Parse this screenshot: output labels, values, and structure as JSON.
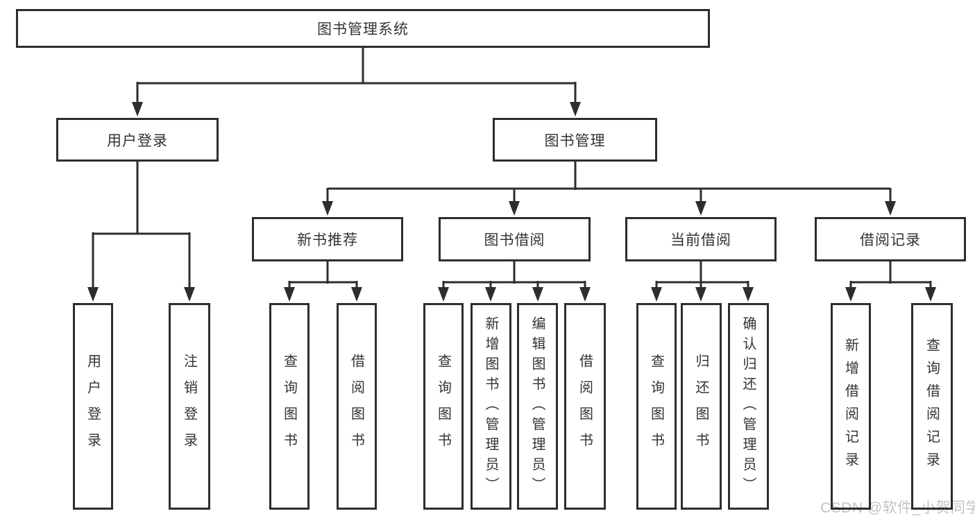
{
  "diagram": {
    "tree": {
      "root": {
        "label": "图书管理系统"
      },
      "branches": [
        {
          "label": "用户登录",
          "children": [
            {
              "label": "用户登录"
            },
            {
              "label": "注销登录"
            }
          ]
        },
        {
          "label": "图书管理",
          "groups": [
            {
              "label": "新书推荐",
              "children": [
                {
                  "label": "查询图书"
                },
                {
                  "label": "借阅图书"
                }
              ]
            },
            {
              "label": "图书借阅",
              "children": [
                {
                  "label": "查询图书"
                },
                {
                  "label": "新增图书（管理员）"
                },
                {
                  "label": "编辑图书（管理员）"
                },
                {
                  "label": "借阅图书"
                }
              ]
            },
            {
              "label": "当前借阅",
              "children": [
                {
                  "label": "查询图书"
                },
                {
                  "label": "归还图书"
                },
                {
                  "label": "确认归还（管理员）"
                }
              ]
            },
            {
              "label": "借阅记录",
              "children": [
                {
                  "label": "新增借阅记录"
                },
                {
                  "label": "查询借阅记录"
                }
              ]
            }
          ]
        }
      ]
    },
    "colors": {
      "line": "#2d2d2d",
      "text": "#333333",
      "background": "#ffffff",
      "watermark": "#c8c2c2"
    }
  },
  "watermark": {
    "text": "CSDN @软件_小贺同学"
  }
}
